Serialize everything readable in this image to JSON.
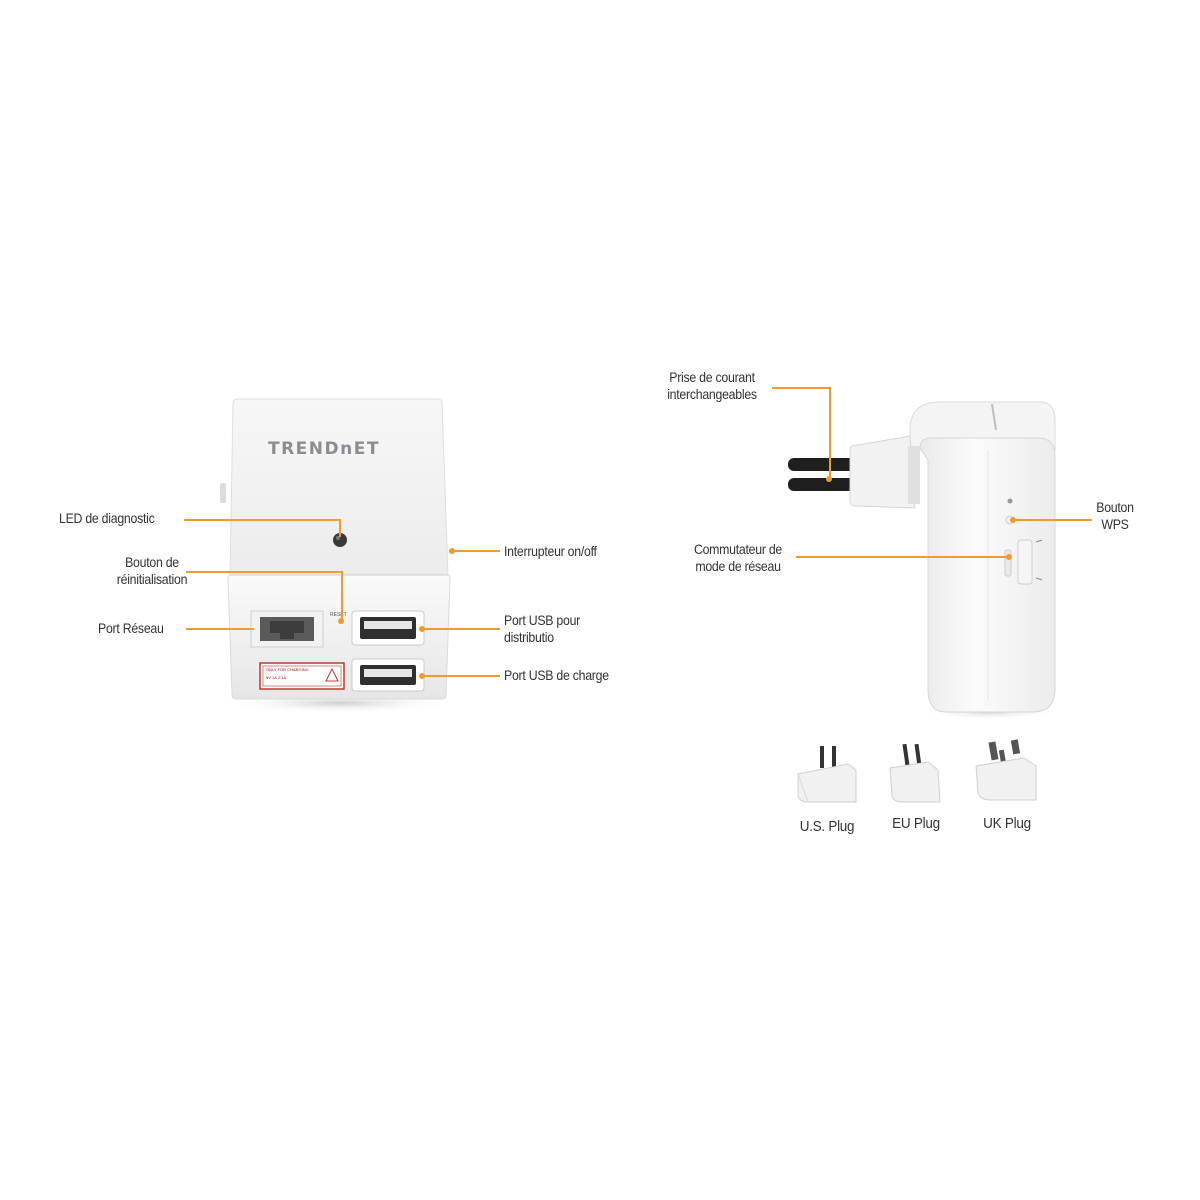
{
  "device_front": {
    "brand": "TRENDnET",
    "reset_marking": "RESET",
    "warning_sticker_lines": [
      "ONLY FOR CHARGING",
      "5V  1A  2.1A"
    ]
  },
  "callouts": {
    "led": "LED de diagnostic",
    "reset": [
      "Bouton de",
      "réinitialisation"
    ],
    "network_port": "Port Réseau",
    "power_switch": "Interrupteur on/off",
    "usb_share": [
      "Port USB pour",
      "distributio"
    ],
    "usb_charge": "Port USB de charge",
    "plugs": [
      "Prise de courant",
      "interchangeables"
    ],
    "wps": [
      "Bouton",
      "WPS"
    ],
    "mode_switch": [
      "Commutateur de",
      "mode de réseau"
    ]
  },
  "plugs": [
    {
      "label": "U.S. Plug"
    },
    {
      "label": "EU Plug"
    },
    {
      "label": "UK Plug"
    }
  ],
  "accent_color": "#f29a2e"
}
